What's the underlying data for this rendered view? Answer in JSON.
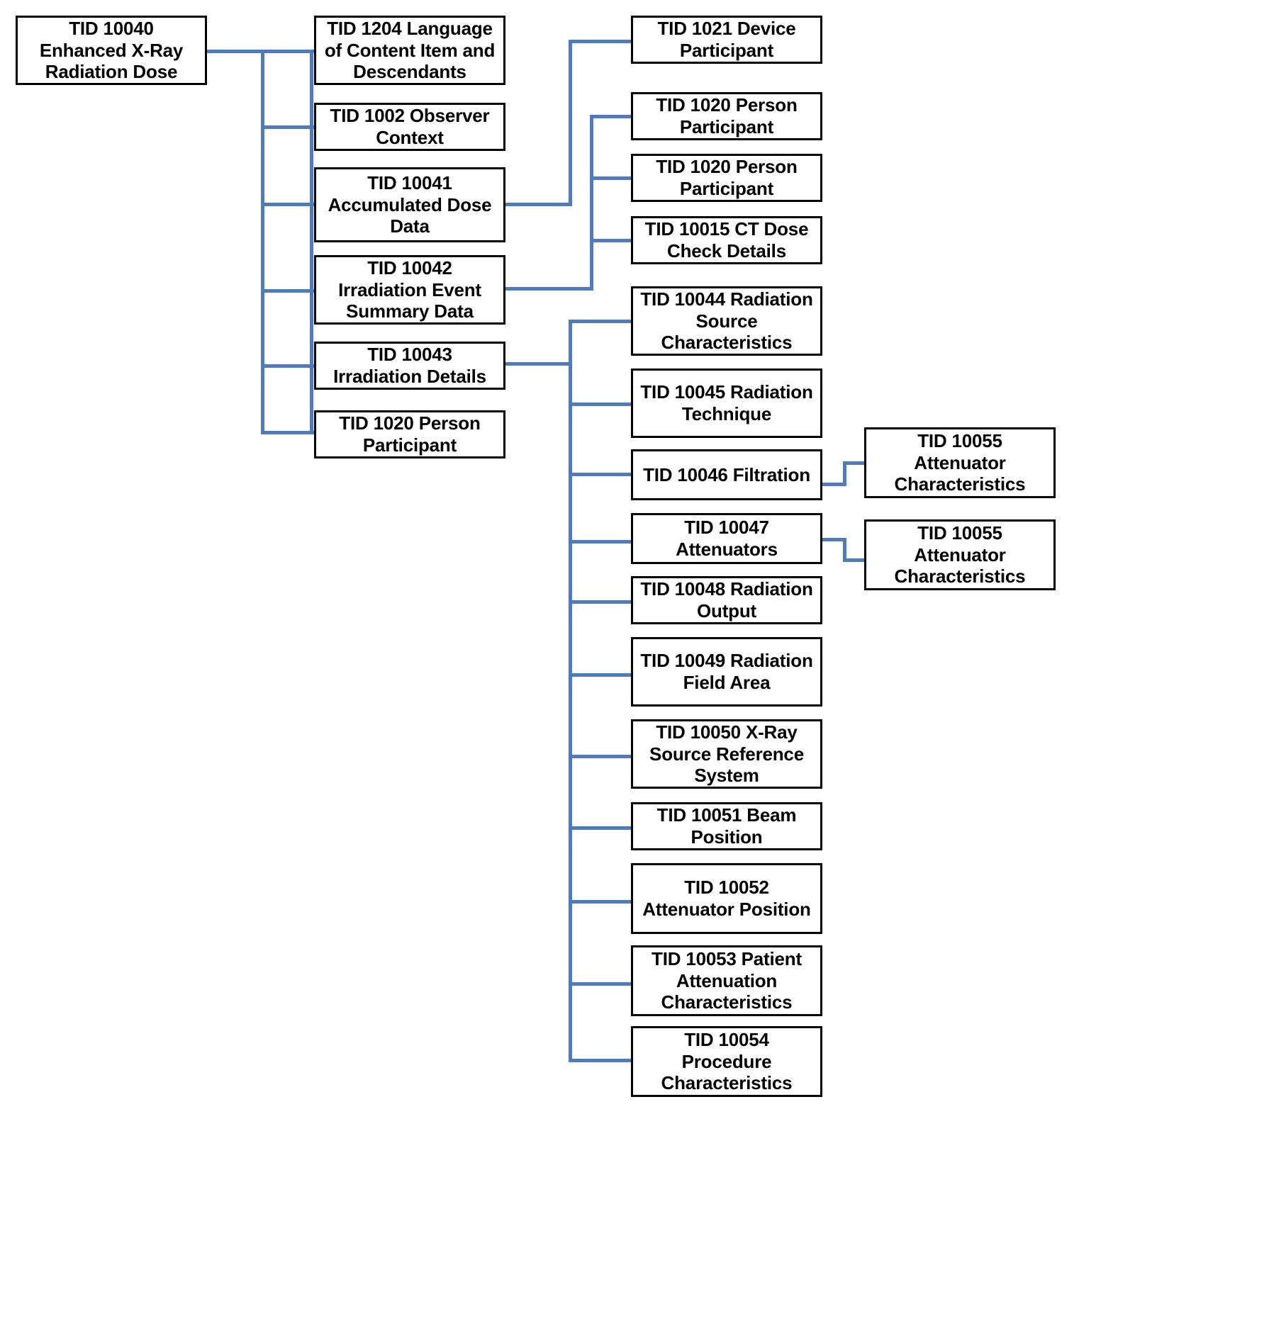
{
  "diagram": {
    "title": "TID 10040 Enhanced X-Ray Radiation Dose template hierarchy",
    "line_color": "#4f7cb8",
    "box_border_color": "#000000",
    "background_color": "#ffffff",
    "nodes": [
      {
        "id": "tid10040",
        "label": "TID 10040 Enhanced X-Ray Radiation Dose"
      },
      {
        "id": "tid1204",
        "label": "TID 1204 Language of Content Item and Descendants"
      },
      {
        "id": "tid1002",
        "label": "TID 1002 Observer Context"
      },
      {
        "id": "tid10041",
        "label": "TID 10041 Accumulated Dose Data"
      },
      {
        "id": "tid10042",
        "label": "TID 10042 Irradiation Event Summary Data"
      },
      {
        "id": "tid10043",
        "label": "TID 10043 Irradiation Details"
      },
      {
        "id": "tid1020a",
        "label": "TID 1020 Person Participant"
      },
      {
        "id": "tid1021",
        "label": "TID 1021 Device Participant"
      },
      {
        "id": "tid1020b",
        "label": "TID 1020 Person Participant"
      },
      {
        "id": "tid1020c",
        "label": "TID 1020 Person Participant"
      },
      {
        "id": "tid10015",
        "label": "TID 10015 CT Dose Check Details"
      },
      {
        "id": "tid10044",
        "label": "TID 10044 Radiation Source Characteristics"
      },
      {
        "id": "tid10045",
        "label": "TID 10045 Radiation Technique"
      },
      {
        "id": "tid10046",
        "label": "TID 10046 Filtration"
      },
      {
        "id": "tid10047",
        "label": "TID 10047 Attenuators"
      },
      {
        "id": "tid10048",
        "label": "TID 10048 Radiation Output"
      },
      {
        "id": "tid10049",
        "label": "TID 10049 Radiation Field Area"
      },
      {
        "id": "tid10050",
        "label": "TID 10050 X-Ray Source Reference System"
      },
      {
        "id": "tid10051",
        "label": "TID 10051 Beam Position"
      },
      {
        "id": "tid10052",
        "label": "TID 10052 Attenuator Position"
      },
      {
        "id": "tid10053",
        "label": "TID 10053 Patient Attenuation Characteristics"
      },
      {
        "id": "tid10054",
        "label": "TID 10054 Procedure Characteristics"
      },
      {
        "id": "tid10055a",
        "label": "TID 10055 Attenuator Characteristics"
      },
      {
        "id": "tid10055b",
        "label": "TID 10055 Attenuator Characteristics"
      }
    ]
  }
}
